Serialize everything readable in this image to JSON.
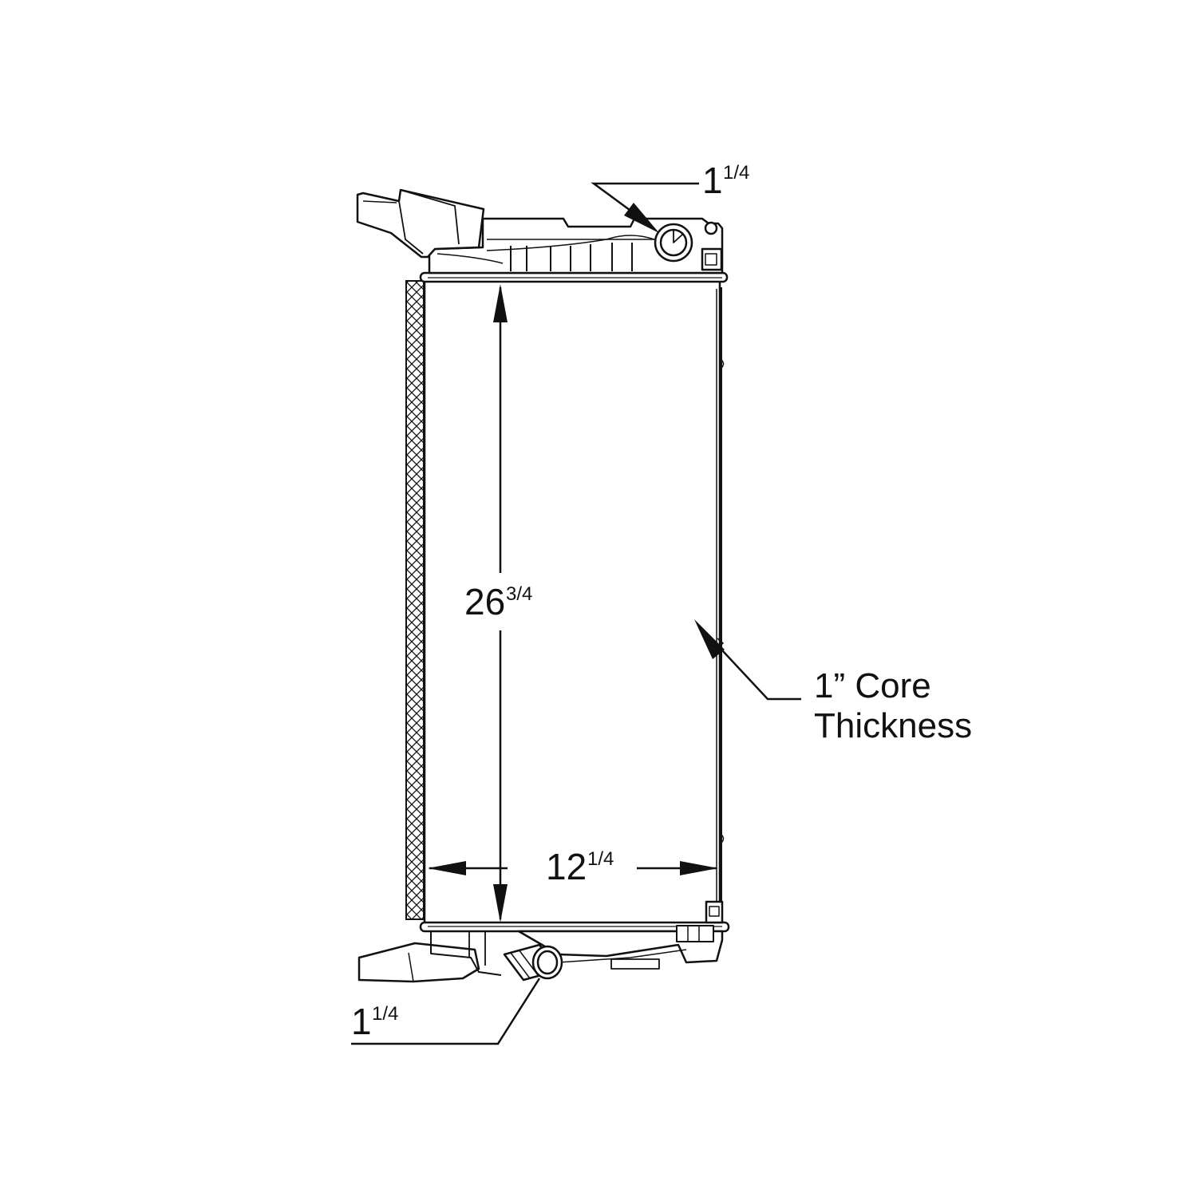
{
  "dimensions": {
    "height": {
      "whole": "26",
      "fraction": "3/4"
    },
    "width": {
      "whole": "12",
      "fraction": "1/4"
    },
    "inlet": {
      "whole": "1",
      "fraction": "1/4"
    },
    "outlet": {
      "whole": "1",
      "fraction": "1/4"
    }
  },
  "core_note": {
    "line1": "1” Core",
    "line2": "Thickness"
  },
  "colors": {
    "line": "#111111",
    "background": "#ffffff"
  }
}
